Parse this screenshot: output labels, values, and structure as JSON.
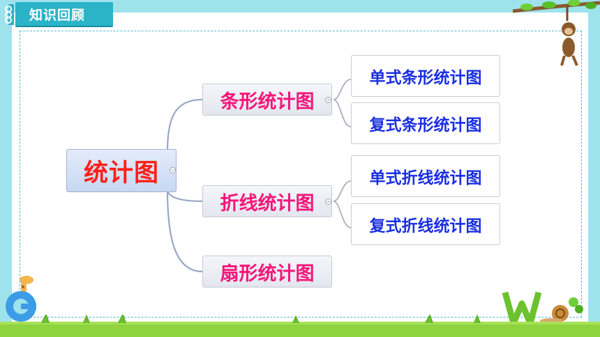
{
  "header": {
    "title": "知识回顾"
  },
  "mindmap": {
    "root": "统计图",
    "branches": [
      {
        "label": "条形统计图",
        "children": [
          "单式条形统计图",
          "复式条形统计图"
        ]
      },
      {
        "label": "折线统计图",
        "children": [
          "单式折线统计图",
          "复式折线统计图"
        ]
      },
      {
        "label": "扇形统计图",
        "children": []
      }
    ]
  },
  "colors": {
    "root_text": "#ff1f17",
    "branch_text": "#f5157a",
    "leaf_text": "#1a2ee0",
    "frame": "#2bb3c8"
  }
}
